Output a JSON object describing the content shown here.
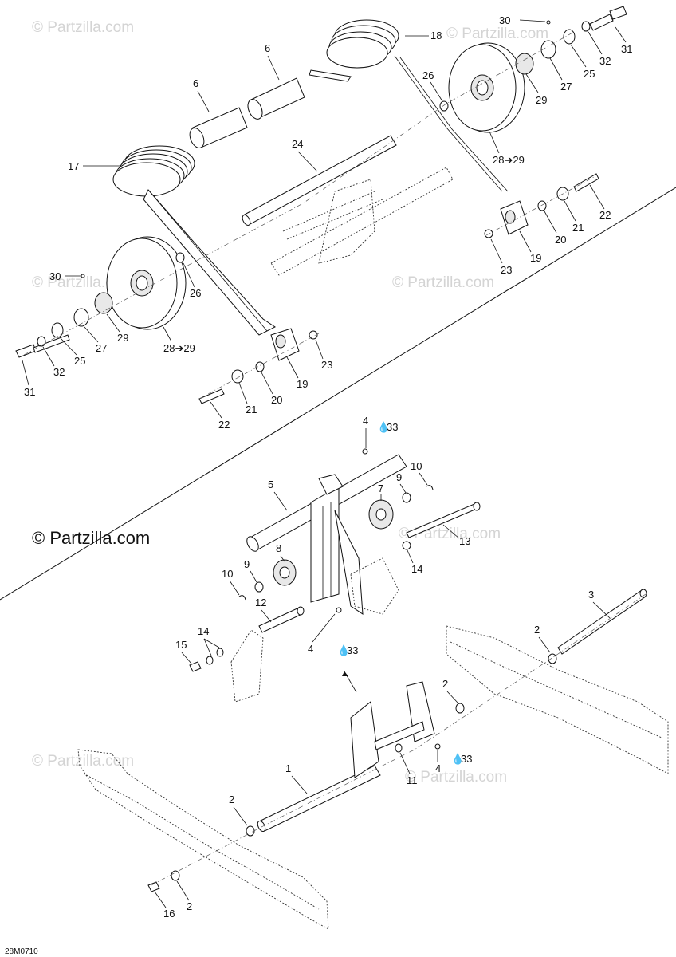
{
  "diagram": {
    "drawing_code": "28M0710",
    "watermark_text": "© Partzilla.com",
    "main_watermark_text": "© Partzilla.com",
    "callouts": {
      "c1": "1",
      "c2a": "2",
      "c2b": "2",
      "c2c": "2",
      "c2d": "2",
      "c3": "3",
      "c4a": "4",
      "c4b": "4",
      "c4c": "4",
      "c5": "5",
      "c6a": "6",
      "c6b": "6",
      "c7": "7",
      "c8": "8",
      "c9a": "9",
      "c9b": "9",
      "c10a": "10",
      "c10b": "10",
      "c11": "11",
      "c12": "12",
      "c13": "13",
      "c14a": "14",
      "c14b": "14",
      "c15": "15",
      "c16": "16",
      "c17": "17",
      "c18": "18",
      "c19a": "19",
      "c19b": "19",
      "c20a": "20",
      "c20b": "20",
      "c21a": "21",
      "c21b": "21",
      "c22a": "22",
      "c22b": "22",
      "c23a": "23",
      "c23b": "23",
      "c24": "24",
      "c25a": "25",
      "c25b": "25",
      "c26a": "26",
      "c26b": "26",
      "c27a": "27",
      "c27b": "27",
      "c28a": "28➔29",
      "c28b": "28➔29",
      "c29a": "29",
      "c29b": "29",
      "c30a": "30",
      "c30b": "30",
      "c31a": "31",
      "c31b": "31",
      "c32a": "32",
      "c32b": "32",
      "c33a": "33",
      "c33b": "33",
      "c33c": "33"
    }
  }
}
